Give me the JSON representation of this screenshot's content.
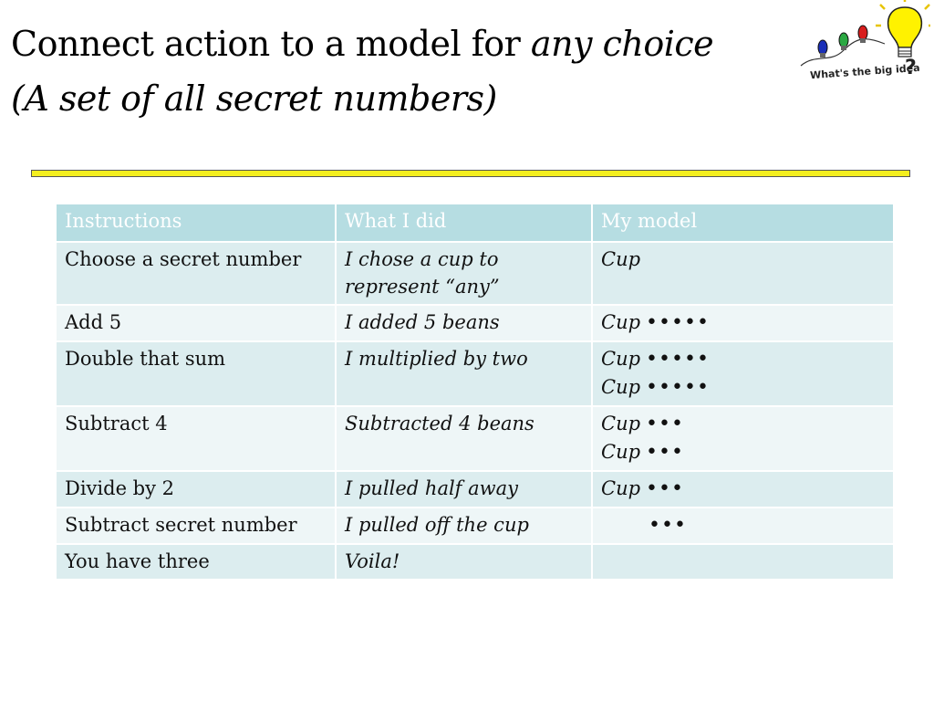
{
  "slide": {
    "title_plain": "Connect action to a model for ",
    "title_italic": "any choice (A set of all secret numbers)",
    "logo_text": "What's the big idea",
    "logo_symbol": "?",
    "divider_color": "#f4ef1f"
  },
  "table": {
    "headers": [
      "Instructions",
      "What I did",
      "My model"
    ],
    "rows": [
      {
        "instruction": "Choose a secret number",
        "what_i_did": "I chose a cup to represent “any”",
        "model": [
          {
            "cup": "Cup",
            "dots": ""
          }
        ]
      },
      {
        "instruction": "Add 5",
        "what_i_did": "I added 5 beans",
        "model": [
          {
            "cup": "Cup",
            "dots": "•••••"
          }
        ]
      },
      {
        "instruction": "Double that sum",
        "what_i_did": "I multiplied by two",
        "model": [
          {
            "cup": "Cup",
            "dots": "•••••"
          },
          {
            "cup": "Cup",
            "dots": "•••••"
          }
        ]
      },
      {
        "instruction": "Subtract 4",
        "what_i_did": "Subtracted 4 beans",
        "model": [
          {
            "cup": "Cup",
            "dots": "•••"
          },
          {
            "cup": "Cup",
            "dots": "•••"
          }
        ]
      },
      {
        "instruction": "Divide by 2",
        "what_i_did": "I pulled half away",
        "model": [
          {
            "cup": "Cup",
            "dots": "•••"
          }
        ]
      },
      {
        "instruction": "Subtract secret number",
        "what_i_did": "I pulled off the cup",
        "model": [
          {
            "cup": "",
            "dots": "•••"
          }
        ]
      },
      {
        "instruction": "You have three",
        "what_i_did": "Voila!",
        "model": []
      }
    ]
  }
}
